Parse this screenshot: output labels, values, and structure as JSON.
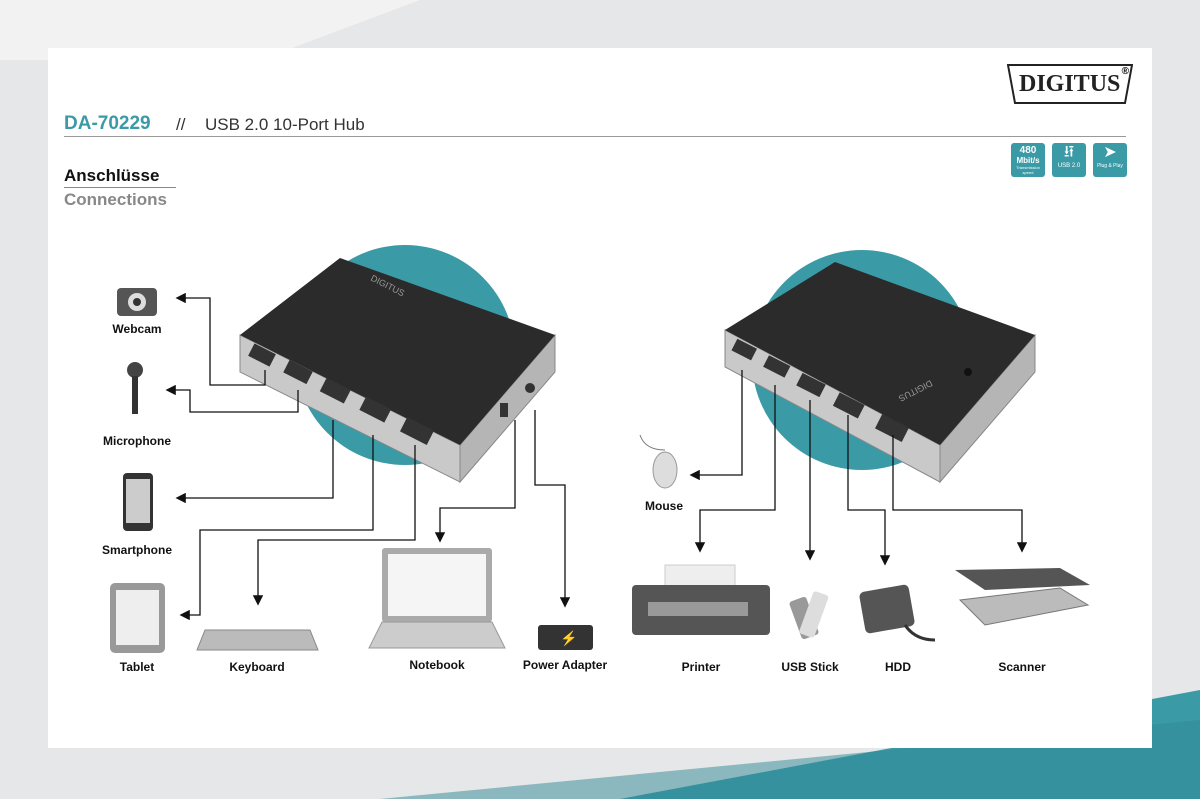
{
  "brand": "DIGITUS",
  "brand_mark": "®",
  "header": {
    "model": "DA-70229",
    "separator": "//",
    "title": "USB 2.0 10-Port Hub"
  },
  "section": {
    "title_de": "Anschlüsse",
    "title_en": "Connections"
  },
  "badges": [
    {
      "line1": "480",
      "line2": "Mbit/s",
      "line3": "Transmission speed",
      "icon": "speed-icon"
    },
    {
      "line1": "USB 2.0",
      "icon": "usb-icon"
    },
    {
      "line1": "Plug & Play",
      "icon": "plug-play-icon"
    }
  ],
  "hub_label": "DIGITUS",
  "devices_left": [
    "Webcam",
    "Microphone",
    "Smartphone",
    "Tablet",
    "Keyboard",
    "Notebook",
    "Power Adapter"
  ],
  "devices_right": [
    "Mouse",
    "Printer",
    "USB Stick",
    "HDD",
    "Scanner"
  ],
  "colors": {
    "accent": "#3a9aa6",
    "hub_top": "#2b2b2b",
    "hub_side": "#c9c9c9"
  }
}
